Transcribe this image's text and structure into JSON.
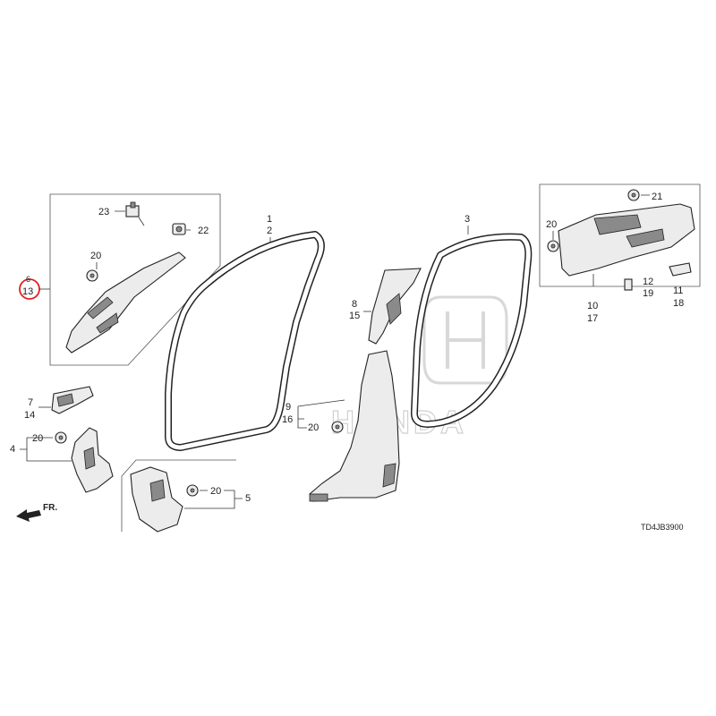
{
  "diagram": {
    "code": "TD4JB3900",
    "direction_label": "FR.",
    "watermark": "HONDA",
    "callouts": {
      "c1": "1",
      "c2": "2",
      "c3": "3",
      "c4": "4",
      "c5": "5",
      "c6": "6",
      "c7": "7",
      "c8": "8",
      "c9": "9",
      "c10": "10",
      "c11": "11",
      "c12": "12",
      "c13": "13",
      "c14": "14",
      "c15": "15",
      "c16": "16",
      "c17": "17",
      "c18": "18",
      "c19": "19",
      "c20": "20",
      "c21": "21",
      "c22": "22",
      "c23": "23"
    },
    "highlight": {
      "parts": [
        "6",
        "13"
      ],
      "color": "#e02020"
    }
  }
}
